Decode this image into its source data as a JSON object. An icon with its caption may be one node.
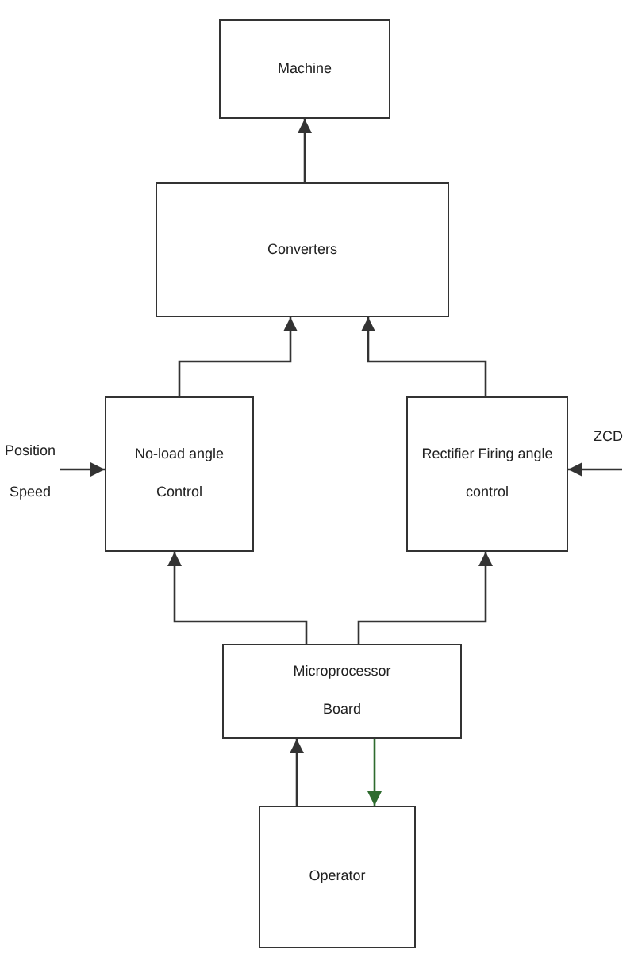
{
  "diagram": {
    "nodes": [
      {
        "text": [
          "Machine"
        ]
      },
      {
        "text": [
          "Converters"
        ]
      },
      {
        "text": [
          "No-load angle",
          "Control"
        ]
      },
      {
        "text": [
          "Rectifier Firing angle",
          "control"
        ]
      },
      {
        "text": [
          "Microprocessor",
          "Board"
        ]
      },
      {
        "text": [
          "Operator"
        ]
      }
    ],
    "edges": [
      {
        "from": 1,
        "to": 0,
        "arrow": "to"
      },
      {
        "from": 2,
        "to": 1,
        "arrow": "to"
      },
      {
        "from": 3,
        "to": 1,
        "arrow": "to"
      },
      {
        "from": 4,
        "to": 2,
        "arrow": "to"
      },
      {
        "from": 4,
        "to": 3,
        "arrow": "to"
      },
      {
        "from": 5,
        "to": 4,
        "arrow": "to"
      },
      {
        "from": 4,
        "to": 5,
        "arrow": "to",
        "color": "#2e6b2e"
      },
      {
        "from": null,
        "to": 2,
        "arrow": "to",
        "label": "Position"
      },
      {
        "from": null,
        "to": 3,
        "arrow": "to",
        "label": "ZCD"
      }
    ],
    "labels": [
      "Speed"
    ]
  }
}
